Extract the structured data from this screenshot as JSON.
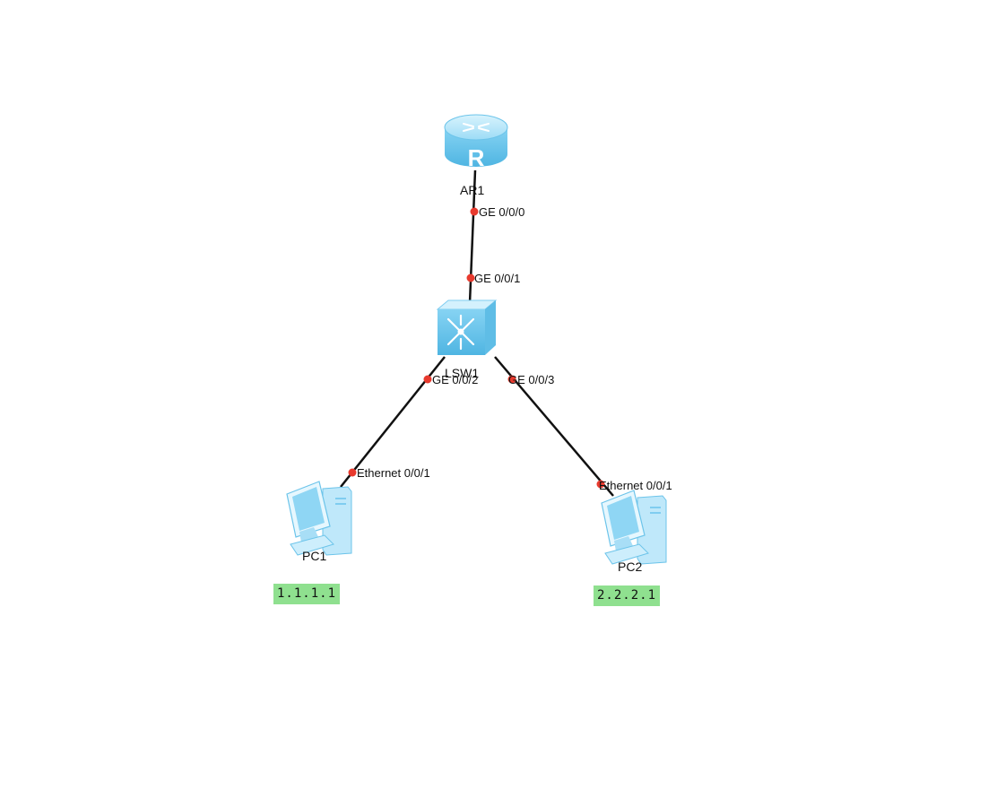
{
  "topology": {
    "devices": {
      "ar1": {
        "name": "AR1",
        "type": "router",
        "icon": "router-icon"
      },
      "lsw1": {
        "name": "LSW1",
        "type": "switch",
        "icon": "switch-icon"
      },
      "pc1": {
        "name": "PC1",
        "type": "pc",
        "icon": "pc-icon",
        "ip": "1.1.1.1"
      },
      "pc2": {
        "name": "PC2",
        "type": "pc",
        "icon": "pc-icon",
        "ip": "2.2.2.1"
      }
    },
    "links": [
      {
        "from": "AR1",
        "from_port": "GE 0/0/0",
        "to": "LSW1",
        "to_port": "GE 0/0/1"
      },
      {
        "from": "LSW1",
        "from_port": "GE 0/0/2",
        "to": "PC1",
        "to_port": "Ethernet 0/0/1"
      },
      {
        "from": "LSW1",
        "from_port": "GE 0/0/3",
        "to": "PC2",
        "to_port": "Ethernet 0/0/1"
      }
    ]
  },
  "colors": {
    "link": "#111111",
    "port_dot": "#e83a2e",
    "ip_background": "#8fe08f",
    "device_light": "#bfe9fb",
    "device_mid": "#7fd0f2",
    "device_dark": "#46b2e0"
  }
}
